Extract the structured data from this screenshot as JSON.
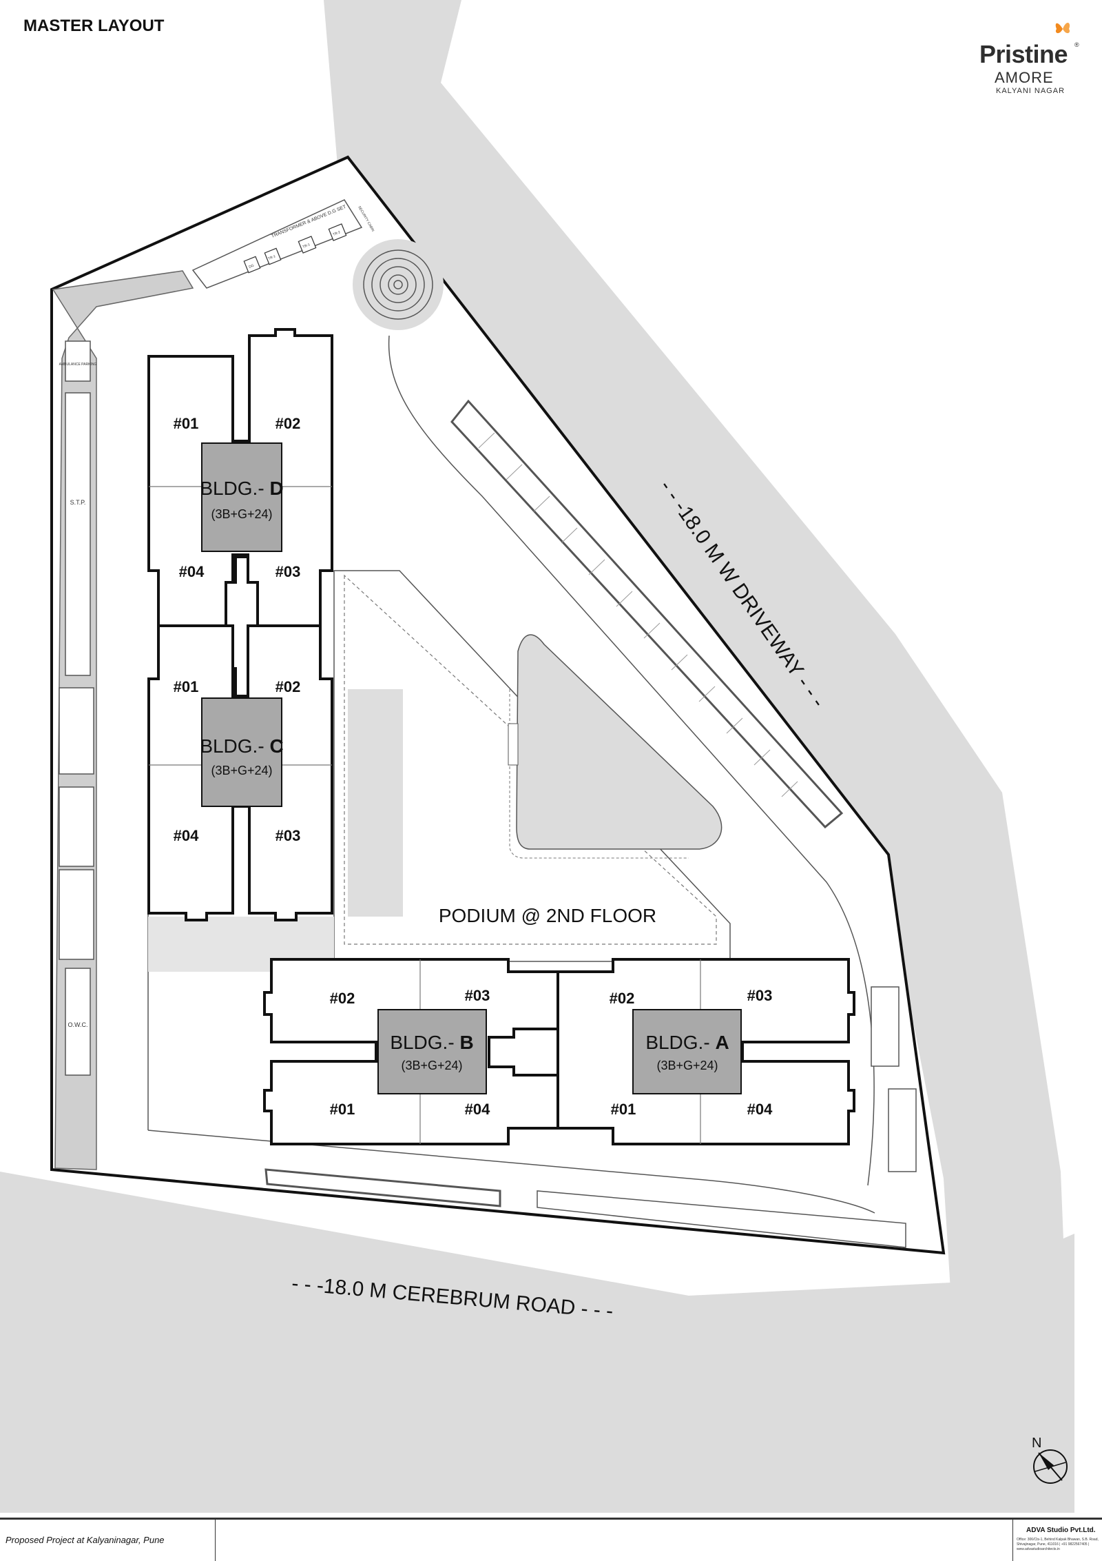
{
  "header": {
    "title": "MASTER LAYOUT"
  },
  "logo": {
    "brand": "Pristine",
    "registered": "®",
    "sub": "AMORE",
    "location": "KALYANI NAGAR"
  },
  "roads": {
    "driveway": "- - -18.0 M W DRIVEWAY - - -",
    "cerebrum": "- - -18.0 M CEREBRUM ROAD - - -"
  },
  "podium": "PODIUM @ 2ND FLOOR",
  "site_labels": {
    "ambulance": "AMBULANCE PARKING",
    "stp": "S.T.P.",
    "owc": "O.W.C.",
    "transformer": "TRANSFORMER & ABOVE D.G SET",
    "security": "SECURITY CABIN",
    "tr1": "TR-1",
    "tr2": "TR-2",
    "dg": "DG"
  },
  "buildings": {
    "d": {
      "prefix": "BLDG.- ",
      "letter": "D",
      "floors": "(3B+G+24)",
      "units": [
        "#01",
        "#02",
        "#04",
        "#03"
      ]
    },
    "c": {
      "prefix": "BLDG.- ",
      "letter": "C",
      "floors": "(3B+G+24)",
      "units": [
        "#01",
        "#02",
        "#04",
        "#03"
      ]
    },
    "b": {
      "prefix": "BLDG.- ",
      "letter": "B",
      "floors": "(3B+G+24)",
      "units": [
        "#02",
        "#03",
        "#01",
        "#04"
      ]
    },
    "a": {
      "prefix": "BLDG.- ",
      "letter": "A",
      "floors": "(3B+G+24)",
      "units": [
        "#02",
        "#03",
        "#01",
        "#04"
      ]
    }
  },
  "compass": {
    "north": "N"
  },
  "footer": {
    "project": "Proposed Project at Kalyaninagar, Pune",
    "firm": "ADVA Studio Pvt.Ltd.",
    "address": "Office: 306/Cts-1, Behind Kalpak Bhawan, S.B. Road, Shivajinagar, Pune, 411016 | +91 9822567405 | www.advastudioarchitects.in"
  },
  "colors": {
    "road": "#dcdcdc",
    "core": "#a9a9a9",
    "line": "#111111",
    "accent": "#f28a1e"
  }
}
